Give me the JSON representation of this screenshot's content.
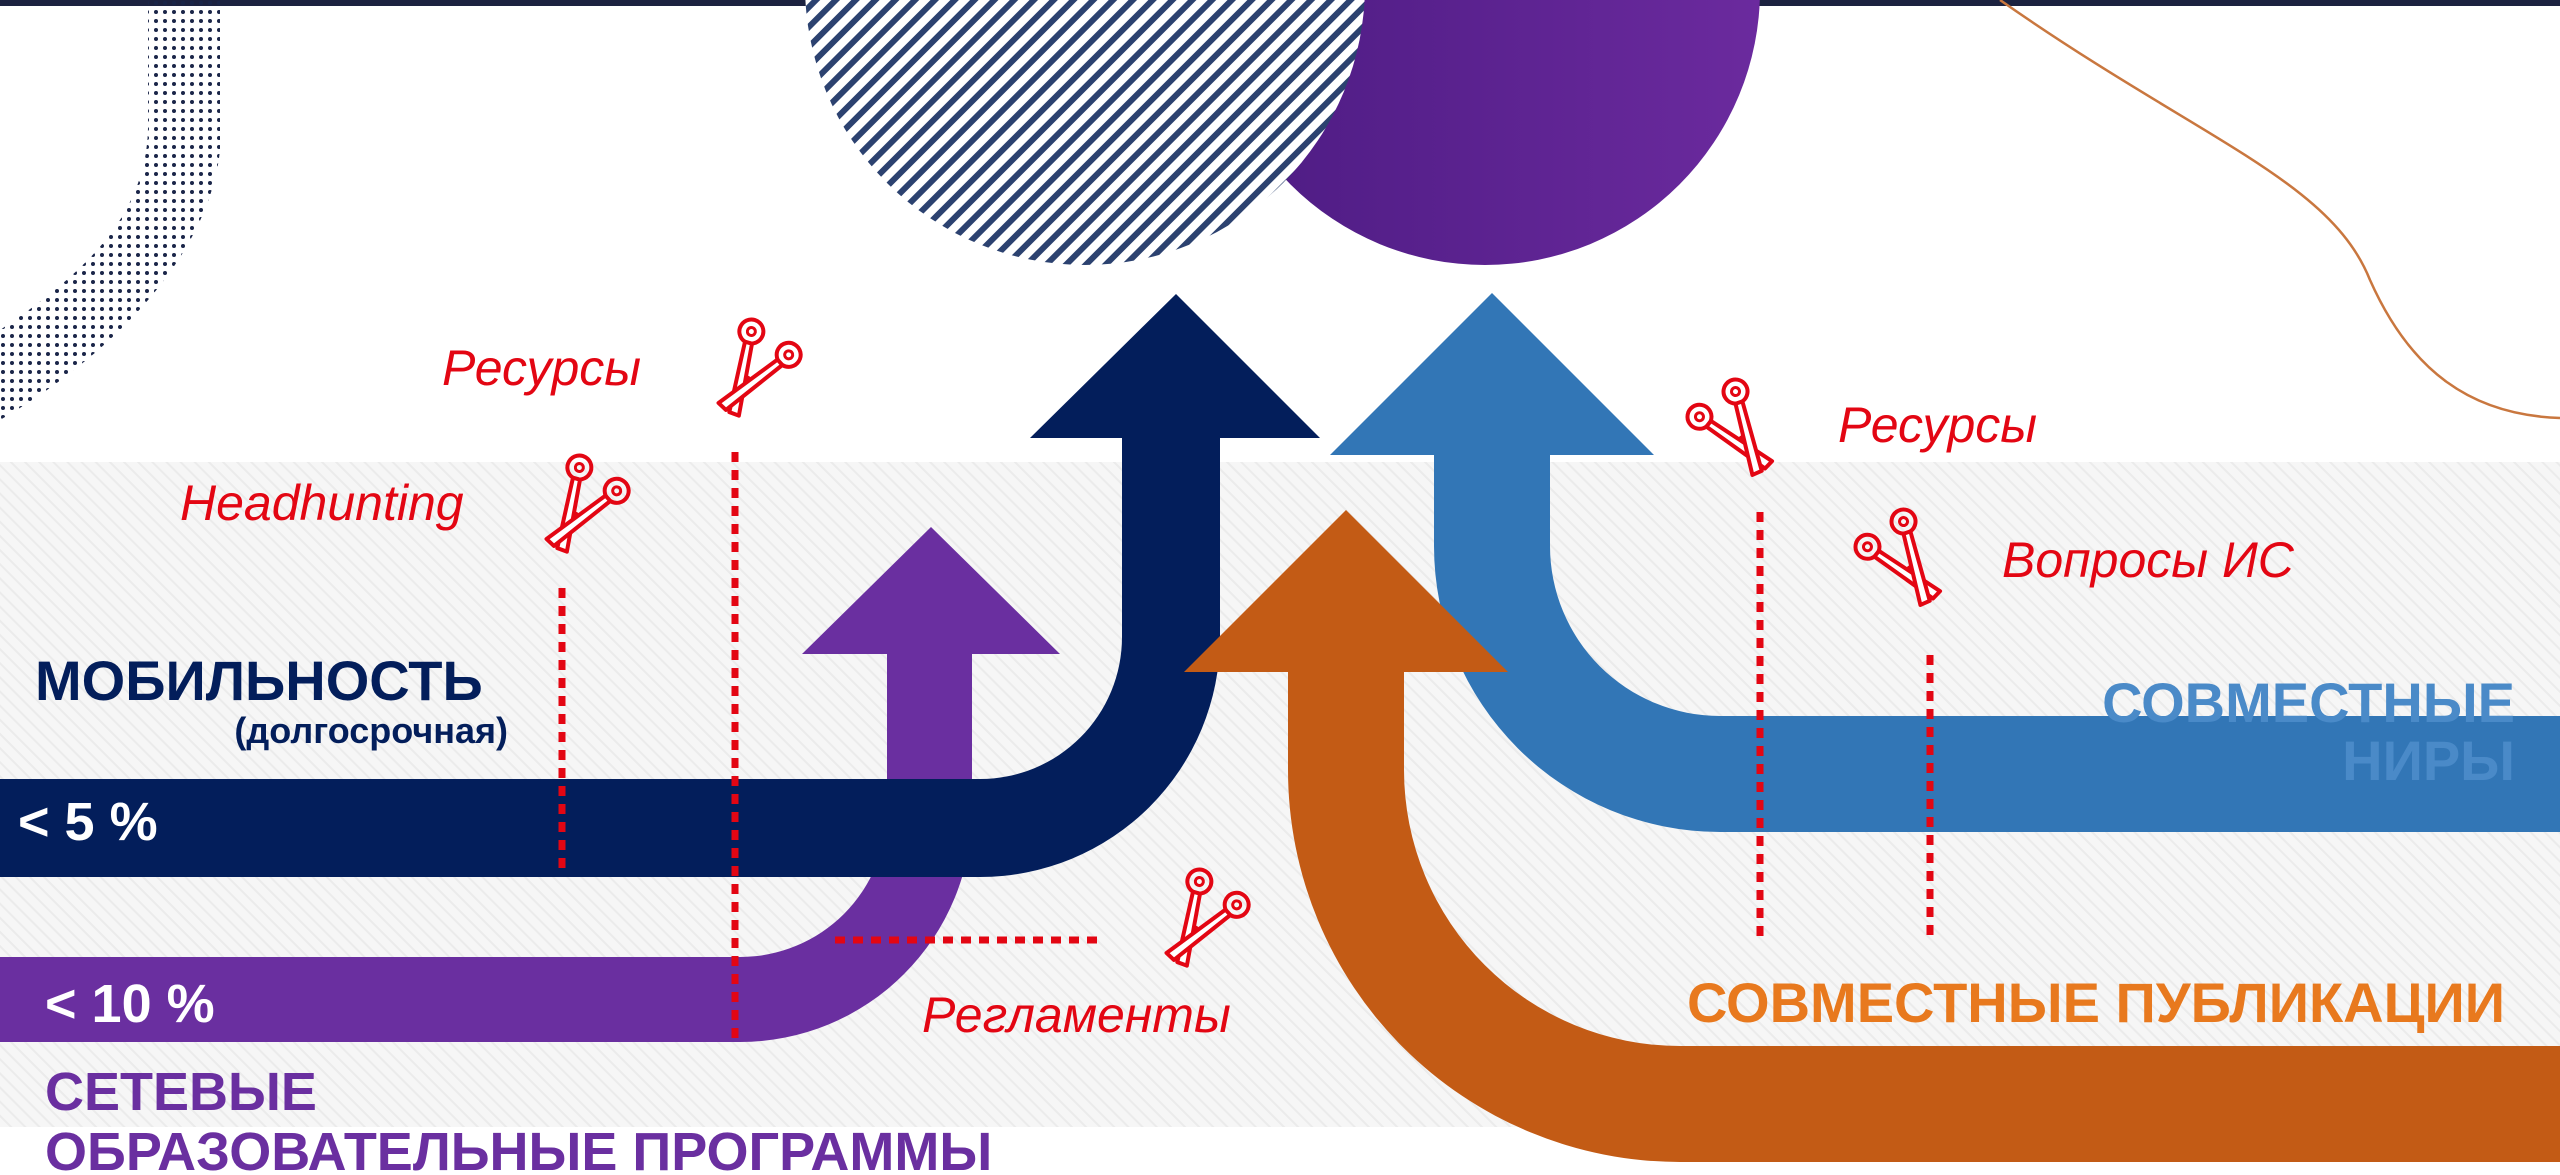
{
  "labels": {
    "mobility_title": "МОБИЛЬНОСТЬ",
    "mobility_subtitle": "(долгосрочная)",
    "mobility_percent": "< 5 %",
    "network_percent": "< 10 %",
    "network_title_line1": "СЕТЕВЫЕ",
    "network_title_line2": "ОБРАЗОВАТЕЛЬНЫЕ ПРОГРАММЫ",
    "joint_research_line1": "СОВМЕСТНЫЕ",
    "joint_research_line2": "НИРЫ",
    "joint_publications": "СОВМЕСТНЫЕ ПУБЛИКАЦИИ"
  },
  "barriers": {
    "headhunting": "Headhunting",
    "resources_left": "Ресурсы",
    "regulations": "Регламенты",
    "resources_right": "Ресурсы",
    "ip_issues": "Вопросы ИС"
  },
  "colors": {
    "navy": "#031e5b",
    "purple": "#6a2fa0",
    "blue": "#3276b6",
    "orange": "#c35b15",
    "red": "#e30613",
    "light_blue_text": "#4a8ac8",
    "orange_text": "#e8791e"
  },
  "icons": {
    "barrier_marker": "scissors-icon"
  }
}
